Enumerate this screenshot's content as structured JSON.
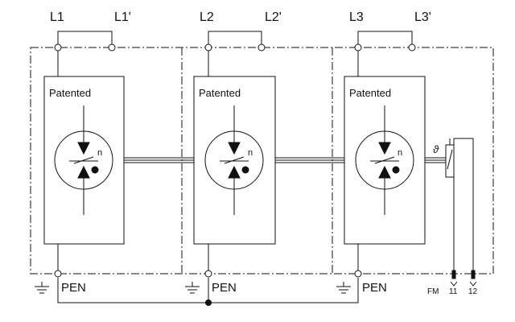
{
  "terminals_top": [
    "L1",
    "L1'",
    "L2",
    "L2'",
    "L3",
    "L3'"
  ],
  "modules": [
    {
      "label": "Patented",
      "symbol_label": "n"
    },
    {
      "label": "Patented",
      "symbol_label": "n"
    },
    {
      "label": "Patented",
      "symbol_label": "n"
    }
  ],
  "ground_labels": [
    "PEN",
    "PEN",
    "PEN"
  ],
  "thermal_symbol": "ϑ",
  "remote_contact": {
    "label": "FM",
    "terminals": [
      "11",
      "12"
    ]
  },
  "colors": {
    "line": "#111111",
    "background": "#ffffff"
  }
}
